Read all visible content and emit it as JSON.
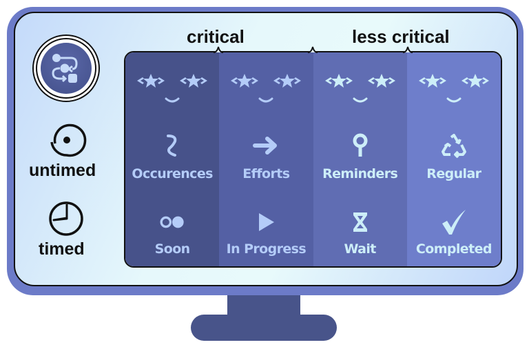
{
  "legend": {
    "app_logo_icon": "workflow-icon",
    "untimed": {
      "icon": "target-dot-icon",
      "label": "untimed"
    },
    "timed": {
      "icon": "clock-icon",
      "label": "timed"
    }
  },
  "groups": [
    {
      "label": "critical",
      "spans_columns": [
        0,
        1
      ]
    },
    {
      "label": "less critical",
      "spans_columns": [
        2,
        3
      ]
    }
  ],
  "colors": {
    "bezel": "#6c7bc8",
    "stand": "#48548a",
    "column_0": "#47528a",
    "column_1": "#5460a4",
    "column_2": "#606db3",
    "column_3": "#6e7ecb",
    "glyph_critical": "#b4ccf8",
    "glyph_less_critical": "#cdeef8"
  },
  "columns": [
    {
      "face": "star-eyes-smile",
      "untimed": {
        "icon": "squiggle-icon",
        "label": "Occurences"
      },
      "timed": {
        "icon": "two-circles-icon",
        "label": "Soon"
      }
    },
    {
      "face": "star-eyes-smile",
      "untimed": {
        "icon": "arrow-right-icon",
        "label": "Efforts"
      },
      "timed": {
        "icon": "play-icon",
        "label": "In Progress"
      }
    },
    {
      "face": "star-eyes-smile",
      "untimed": {
        "icon": "pin-icon",
        "label": "Reminders"
      },
      "timed": {
        "icon": "hourglass-icon",
        "label": "Wait"
      }
    },
    {
      "face": "star-eyes-smile",
      "untimed": {
        "icon": "recycle-icon",
        "label": "Regular"
      },
      "timed": {
        "icon": "checkmark-icon",
        "label": "Completed"
      }
    }
  ]
}
